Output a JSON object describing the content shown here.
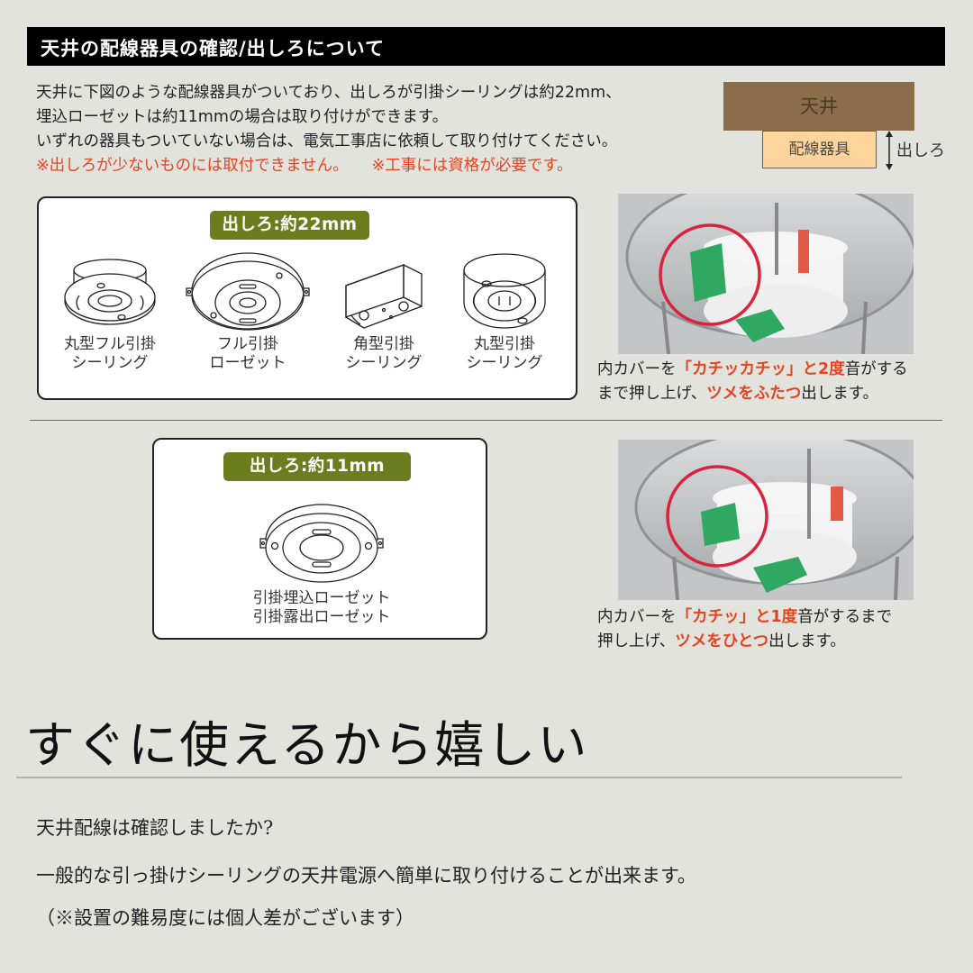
{
  "header": {
    "title": "天井の配線器具の確認/出しろについて"
  },
  "intro": {
    "lines": [
      "天井に下図のような配線器具がついており、出しろが引掛シーリングは約22mm、",
      "埋込ローゼットは約11mmの場合は取り付けができます。",
      "いずれの器具もついていない場合は、電気工事店に依頼して取り付けてください。"
    ],
    "warnings": [
      "※出しろが少ないものには取付できません。",
      "※工事には資格が必要です。"
    ]
  },
  "diagram": {
    "ceiling_label": "天井",
    "fixture_label": "配線器具",
    "dimension_label": "出しろ",
    "colors": {
      "ceiling": "#8b6d4a",
      "fixture": "#fcd49c"
    }
  },
  "section_22mm": {
    "badge": "出しろ:約22mm",
    "devices": [
      {
        "icon": "round-full-hook-ceiling-icon",
        "line1": "丸型フル引掛",
        "line2": "シーリング"
      },
      {
        "icon": "full-hook-rosette-icon",
        "line1": "フル引掛",
        "line2": "ローゼット"
      },
      {
        "icon": "square-hook-ceiling-icon",
        "line1": "角型引掛",
        "line2": "シーリング"
      },
      {
        "icon": "round-hook-ceiling-icon",
        "line1": "丸型引掛",
        "line2": "シーリング"
      }
    ],
    "caption": {
      "l1_a": "内カバーを",
      "l1_b": "「カチッカチッ」と2度",
      "l1_c": "音がする",
      "l2_a": "まで押し上げ、",
      "l2_b": "ツメをふたつ",
      "l2_c": "出します。"
    }
  },
  "section_11mm": {
    "badge": "出しろ:約11mm",
    "device": {
      "icon": "embedded-rosette-icon",
      "line1": "引掛埋込ローゼット",
      "line2": "引掛露出ローゼット"
    },
    "caption": {
      "l1_a": "内カバーを",
      "l1_b": "「カチッ」と1度",
      "l1_c": "音がするまで",
      "l2_a": "押し上げ、",
      "l2_b": "ツメをひとつ",
      "l2_c": "出します。"
    }
  },
  "feature": {
    "heading": "すぐに使えるから嬉しい",
    "lines": [
      "天井配線は確認しましたか?",
      "一般的な引っ掛けシーリングの天井電源へ簡単に取り付けることが出来ます。",
      "（※設置の難易度には個人差がございます）"
    ]
  },
  "colors": {
    "background": "#e3e3de",
    "header_bg": "#000000",
    "accent_red": "#e8431f",
    "badge_green": "#6b7d1e"
  }
}
